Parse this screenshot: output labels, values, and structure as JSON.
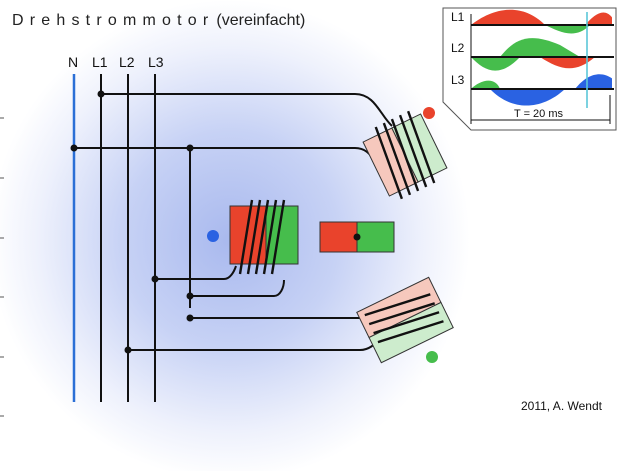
{
  "title": {
    "main": "Drehstrommotor",
    "sub": "(vereinfacht)"
  },
  "lines": {
    "n": "N",
    "l1": "L1",
    "l2": "L2",
    "l3": "L3"
  },
  "inset": {
    "l1": "L1",
    "l2": "L2",
    "l3": "L3",
    "period": "T = 20 ms"
  },
  "credit": "2011, A. Wendt",
  "colors": {
    "background_glow": "#b8c6f2",
    "neutral_wire": "#2b6fd6",
    "phase_red": "#e9432c",
    "phase_green": "#46bd4c",
    "phase_blue": "#2a62e2",
    "coil_red_light": "#f6c8bd",
    "coil_green_light": "#cdeccd",
    "marker_time": "#5bc7d8"
  },
  "markers": [
    {
      "name": "red-dot",
      "color": "#e9432c"
    },
    {
      "name": "blue-dot",
      "color": "#2a62e2"
    },
    {
      "name": "green-dot",
      "color": "#46bd4c"
    }
  ]
}
